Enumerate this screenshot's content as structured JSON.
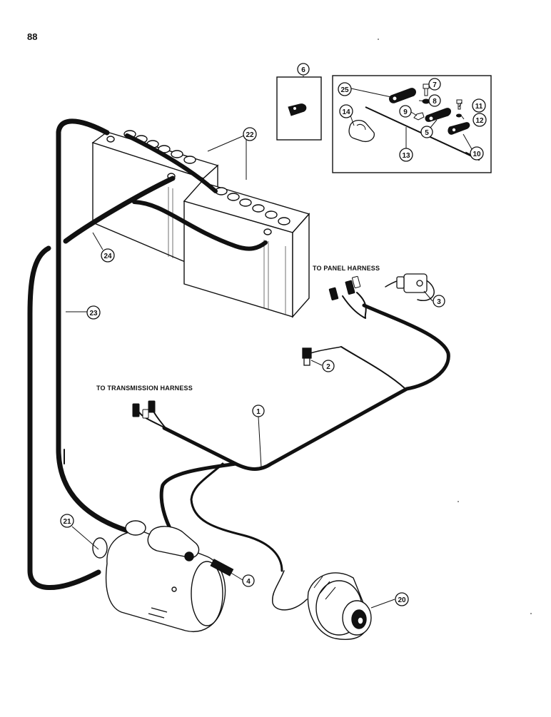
{
  "page_number": "88",
  "labels": {
    "panel_harness": "TO PANEL HARNESS",
    "transmission_harness": "TO TRANSMISSION HARNESS"
  },
  "callouts": {
    "c1": "1",
    "c2": "2",
    "c3": "3",
    "c4": "4",
    "c5": "5",
    "c6": "6",
    "c7": "7",
    "c8": "8",
    "c9": "9",
    "c10": "10",
    "c11": "11",
    "c12": "12",
    "c13": "13",
    "c14": "14",
    "c20": "20",
    "c21": "21",
    "c22": "22",
    "c23": "23",
    "c24": "24",
    "c25": "25"
  },
  "colors": {
    "ink": "#111111",
    "paper": "#ffffff"
  }
}
